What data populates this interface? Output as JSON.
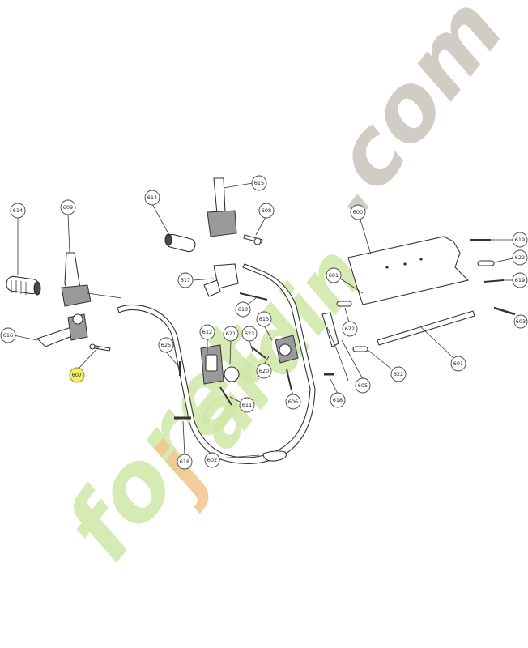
{
  "watermark": {
    "brand_green": "foret",
    "brand_orange": "j",
    "brand_green2": "ardin",
    "brand_grey": ".com",
    "color_green": "#cfe6a6",
    "color_orange": "#f3c48c",
    "color_grey": "#c9c4bb"
  },
  "highlight_color": "#f3f06a",
  "callouts": {
    "c614a": "614",
    "c609": "609",
    "c616": "616",
    "c607": "607",
    "c614b": "614",
    "c615": "615",
    "c608": "608",
    "c617": "617",
    "c610": "610",
    "c625": "625",
    "c612": "612",
    "c621": "621",
    "c623": "623",
    "c613": "613",
    "c620": "620",
    "c611": "611",
    "c606": "606",
    "c618a": "618",
    "c602": "602",
    "c618b": "618",
    "c605": "605",
    "c600": "600",
    "c601a": "601",
    "c622a": "622",
    "c601b": "601",
    "c622b": "622",
    "c619a": "619",
    "c622c": "622",
    "c619b": "619",
    "c603": "603"
  }
}
